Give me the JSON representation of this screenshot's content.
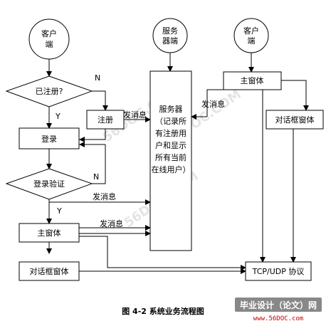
{
  "nodes": {
    "client_top": {
      "line1": "客户",
      "line2": "端"
    },
    "server_top": {
      "line1": "服务",
      "line2": "器端"
    },
    "client_right": {
      "line1": "客户",
      "line2": "端"
    },
    "registered_q": "已注册?",
    "register": "注册",
    "login": "登录",
    "login_verify": "登录验证",
    "main_window_left": "主窗体",
    "dialog_window_left": "对话框窗体",
    "server_box": [
      "服务器",
      "（记录所",
      "有注册用",
      "户和显示",
      "所有当前",
      "在线用户）"
    ],
    "main_window_right": "主窗体",
    "dialog_window_right": "对话框窗体",
    "tcp_udp": "TCP/UDP 协议"
  },
  "edge_labels": {
    "n1": "N",
    "y1": "Y",
    "n2": "N",
    "y2": "Y",
    "send_msg_register": "发消息",
    "send_msg_verify": "发消息",
    "send_msg_main": "发消息",
    "send_msg_right": "发消息"
  },
  "caption": "图 4-2  系统业务流程图",
  "watermarks": [
    "56DOC.COM",
    "56DOC.COM",
    "56DOC.COM"
  ],
  "badge": {
    "title": "毕业设计（论文）网",
    "url": "www.56DOC.com"
  }
}
